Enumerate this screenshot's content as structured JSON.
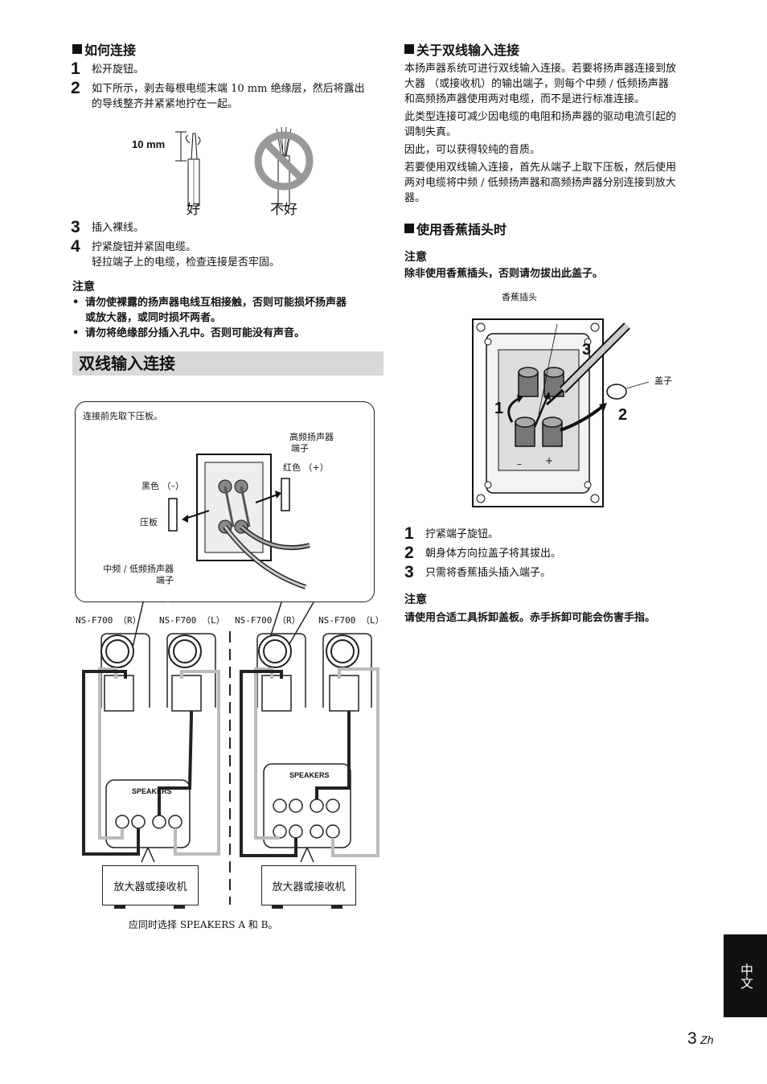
{
  "left": {
    "connect": {
      "heading": "如何连接",
      "steps": [
        {
          "num": "1",
          "lines": [
            "松开旋钮。"
          ]
        },
        {
          "num": "2",
          "lines": [
            "如下所示，剥去每根电缆末端 10 mm 绝缘层，然后将露出",
            "的导线整齐并紧紧地拧在一起。"
          ]
        },
        {
          "num": "3",
          "lines": [
            "插入裸线。"
          ]
        },
        {
          "num": "4",
          "lines": [
            "拧紧旋钮并紧固电缆。",
            "轻拉端子上的电缆，检查连接是否牢固。"
          ]
        }
      ],
      "fig": {
        "dim": "10 mm",
        "good": "好",
        "bad": "不好"
      },
      "note_title": "注意",
      "notes": [
        "请勿使裸露的扬声器电线互相接触，否则可能损坏扬声器",
        "或放大器，或同时损坏两者。",
        "请勿将绝缘部分插入孔中。否则可能没有声音。"
      ]
    },
    "biwire": {
      "title": "双线输入连接",
      "callout": {
        "remove": "连接前先取下压板。",
        "tweeter1": "高频扬声器",
        "tweeter2": "端子",
        "red": "红色 （+）",
        "black": "黑色 （–）",
        "plate": "压板",
        "mid1": "中频 / 低频扬声器",
        "mid2": "端子"
      },
      "speakers": [
        "NS-F700 （R）",
        "NS-F700 （L）",
        "NS-F700 （R）",
        "NS-F700 （L）"
      ],
      "speakers_label": "SPEAKERS",
      "amp": [
        "放大器或接收机",
        "放大器或接收机"
      ],
      "footnote": "应同时选择 SPEAKERS A 和 B。"
    }
  },
  "right": {
    "about": {
      "heading": "关于双线输入连接",
      "paras": [
        [
          "本扬声器系统可进行双线输入连接。若要将扬声器连接到放",
          "大器 （或接收机）的输出端子，则每个中频 / 低频扬声器",
          "和高频扬声器使用两对电缆，而不是进行标准连接。"
        ],
        [
          "此类型连接可减少因电缆的电阻和扬声器的驱动电流引起的",
          "调制失真。"
        ],
        [
          "因此，可以获得较纯的音质。"
        ],
        [
          "若要使用双线输入连接，首先从端子上取下压板，然后使用",
          "两对电缆将中频 / 低频扬声器和高频扬声器分别连接到放大",
          "器。"
        ]
      ]
    },
    "banana": {
      "heading": "使用香蕉插头时",
      "note_title": "注意",
      "note": "除非使用香蕉插头，否则请勿拔出此盖子。",
      "fig": {
        "plug": "香蕉插头",
        "cap": "盖子",
        "n1": "1",
        "n2": "2",
        "n3": "3",
        "minus": "–",
        "plus": "+"
      },
      "steps": [
        {
          "num": "1",
          "text": "拧紧端子旋钮。"
        },
        {
          "num": "2",
          "text": "朝身体方向拉盖子将其拔出。"
        },
        {
          "num": "3",
          "text": "只需将香蕉插头插入端子。"
        }
      ],
      "note2_title": "注意",
      "note2": "请使用合适工具拆卸盖板。赤手拆卸可能会伤害手指。"
    }
  },
  "lang_tab": "中文",
  "page": {
    "num": "3",
    "suffix": "Zh"
  }
}
